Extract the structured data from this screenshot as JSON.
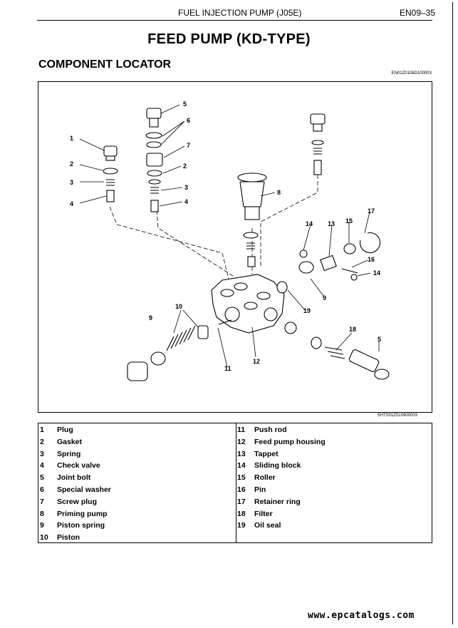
{
  "header": {
    "doc_title": "FUEL INJECTION PUMP (J05E)",
    "page_number": "EN09–35"
  },
  "title": "FEED PUMP (KD-TYPE)",
  "section": "COMPONENT LOCATOR",
  "figure": {
    "code_top": "EN01Z0108D100003",
    "code_bottom": "SHTS01Z010900003",
    "callouts": [
      "1",
      "2",
      "3",
      "4",
      "5",
      "6",
      "7",
      "2",
      "3",
      "4",
      "8",
      "14",
      "13",
      "15",
      "17",
      "16",
      "14",
      "9",
      "19",
      "10",
      "9",
      "11",
      "12",
      "18",
      "5"
    ]
  },
  "legend": {
    "left": [
      {
        "num": "1",
        "name": "Plug"
      },
      {
        "num": "2",
        "name": "Gasket"
      },
      {
        "num": "3",
        "name": "Spring"
      },
      {
        "num": "4",
        "name": "Check valve"
      },
      {
        "num": "5",
        "name": "Joint bolt"
      },
      {
        "num": "6",
        "name": "Special washer"
      },
      {
        "num": "7",
        "name": "Screw plug"
      },
      {
        "num": "8",
        "name": "Priming pump"
      },
      {
        "num": "9",
        "name": "Piston spring"
      },
      {
        "num": "10",
        "name": "Piston"
      }
    ],
    "right": [
      {
        "num": "11",
        "name": "Push rod"
      },
      {
        "num": "12",
        "name": "Feed pump housing"
      },
      {
        "num": "13",
        "name": "Tappet"
      },
      {
        "num": "14",
        "name": "Sliding block"
      },
      {
        "num": "15",
        "name": "Roller"
      },
      {
        "num": "16",
        "name": "Pin"
      },
      {
        "num": "17",
        "name": "Retainer ring"
      },
      {
        "num": "18",
        "name": "Filter"
      },
      {
        "num": "19",
        "name": "Oil seal"
      }
    ]
  },
  "watermark": "www.epcatalogs.com"
}
